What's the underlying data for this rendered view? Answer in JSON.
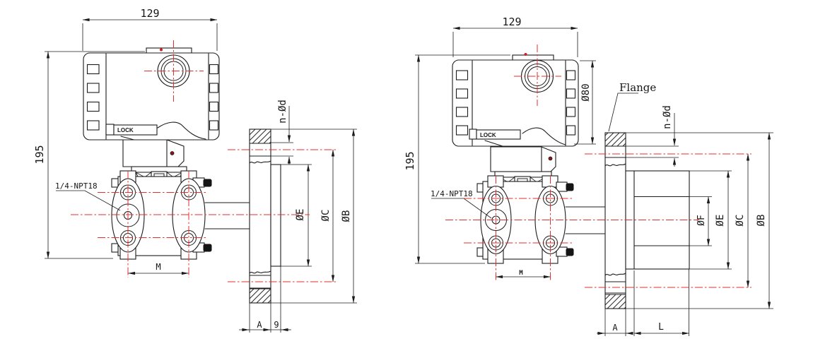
{
  "drawing": {
    "background_color": "#ffffff",
    "line_color": "#1c1c1c",
    "centerline_color": "#e62e2e",
    "left_view": {
      "dim_width": "129",
      "dim_height": "195",
      "port_label": "1/4-NPT18",
      "lock_label": "LOCK",
      "dim_port_spacing": "M",
      "dim_bolt_holes": "n-Ød",
      "dim_gasket_face": "ØE",
      "dim_bolt_circle": "ØC",
      "dim_flange_od": "ØB",
      "dim_flange_thickness": "A",
      "dim_raised_face": "9"
    },
    "right_view": {
      "dim_width": "129",
      "dim_housing_diameter": "Ø80",
      "dim_height": "195",
      "flange_label": "Flange",
      "port_label": "1/4-NPT18",
      "lock_label": "LOCK",
      "dim_port_spacing": "M",
      "dim_bolt_holes": "n-Ød",
      "dim_bore": "ØF",
      "dim_gasket_face": "ØE",
      "dim_bolt_circle": "ØC",
      "dim_flange_od": "ØB",
      "dim_flange_thickness": "A",
      "dim_insert_length": "L"
    }
  }
}
